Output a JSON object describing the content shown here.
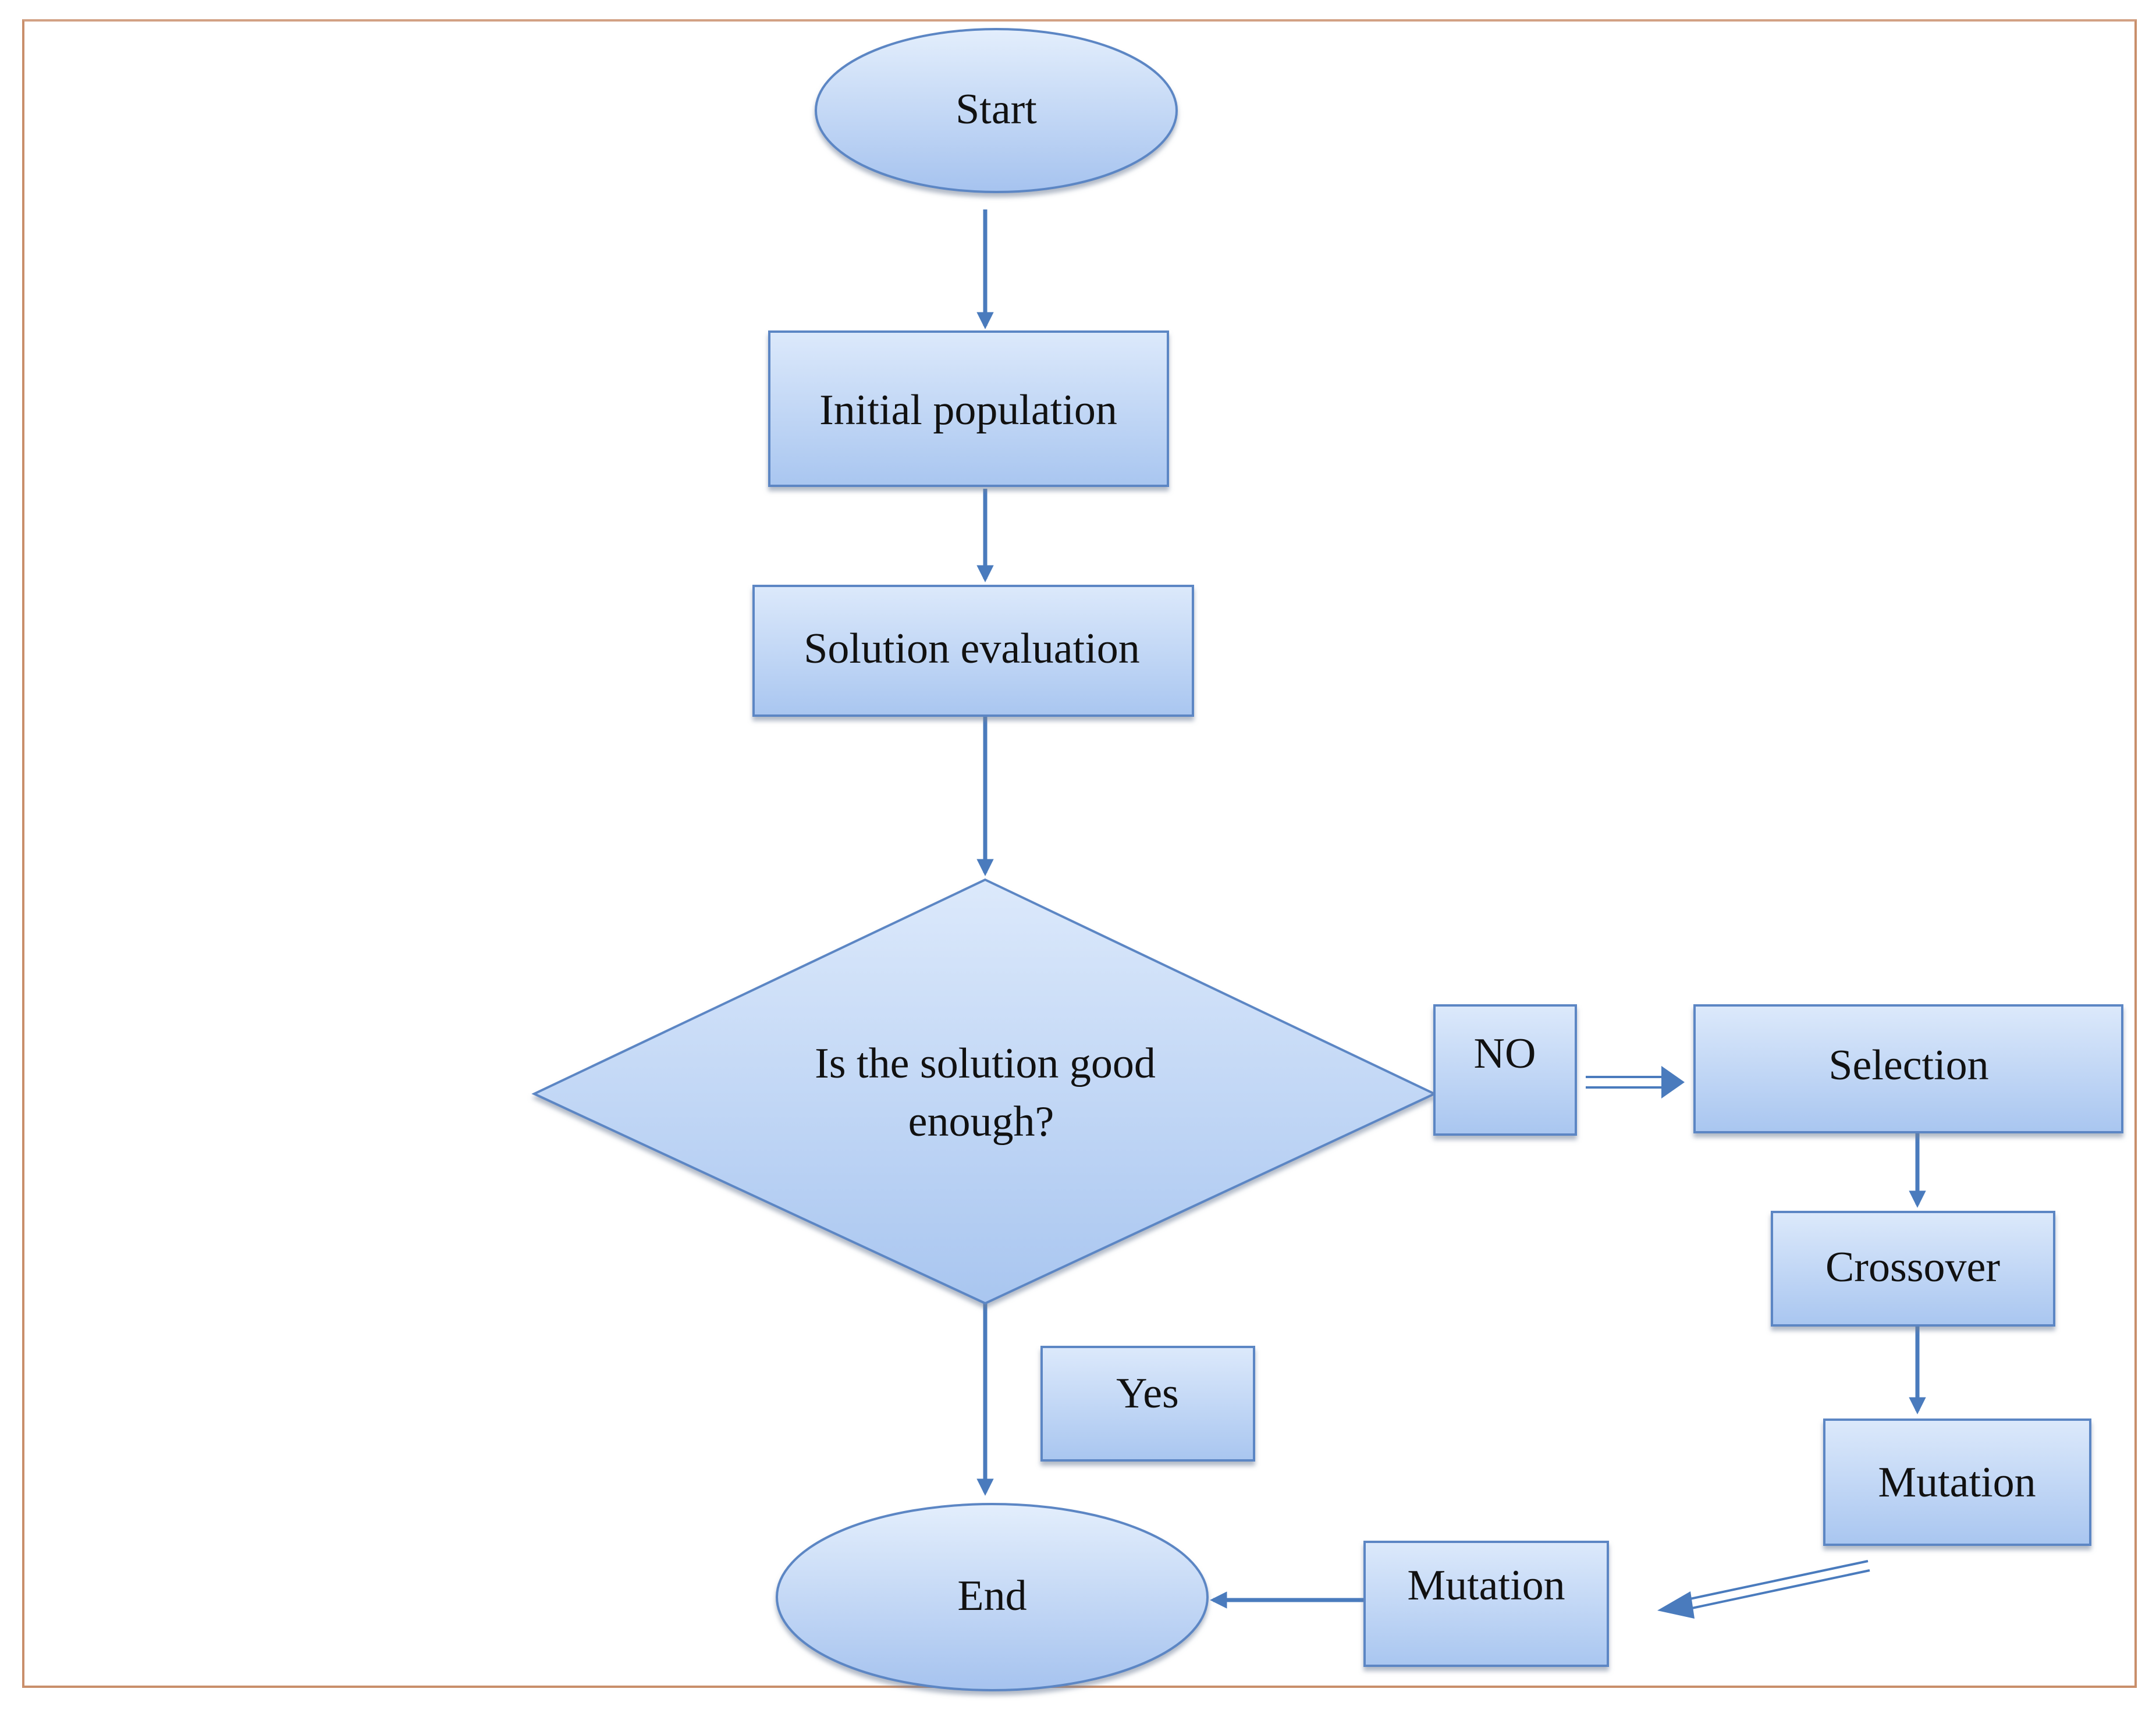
{
  "diagram": {
    "nodes": {
      "start": "Start",
      "initial_population": "Initial population",
      "solution_evaluation": "Solution evaluation",
      "decision_line1": "Is the solution good",
      "decision_line2": "enough?",
      "no_label": "NO",
      "selection": "Selection",
      "crossover": "Crossover",
      "mutation": "Mutation",
      "yes_label": "Yes",
      "mutation_2": "Mutation",
      "end": "End"
    },
    "colors": {
      "fill_top": "#dce9fb",
      "fill_bottom": "#a9c6f0",
      "stroke": "#5b86c4",
      "arrow": "#4a7bbd",
      "frame": "#c98f6b"
    }
  }
}
